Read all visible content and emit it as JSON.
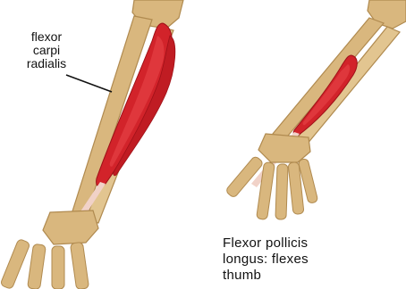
{
  "figures": {
    "left": {
      "label_lines": [
        "flexor",
        "carpi",
        "radialis"
      ]
    },
    "right": {
      "caption_lines": [
        "Flexor pollicis",
        "longus: flexes",
        "thumb"
      ]
    }
  },
  "colors": {
    "bone": "#d9b77e",
    "bone_shadow": "#b08a4f",
    "muscle": "#d2232a",
    "muscle_dark": "#9e1118",
    "tendon": "#f1d2c8"
  }
}
